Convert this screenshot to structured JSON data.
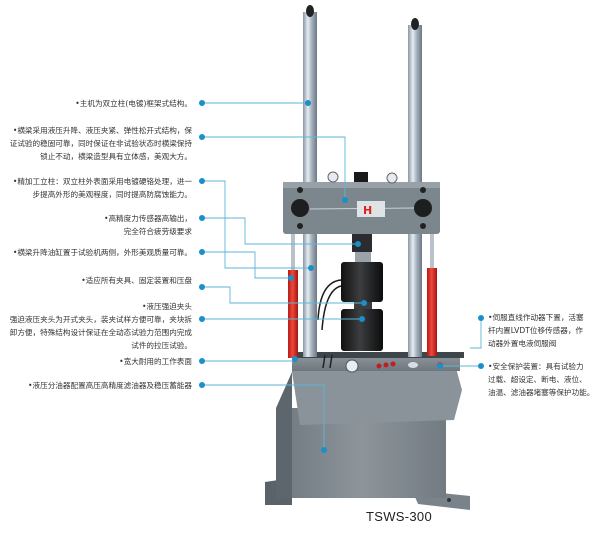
{
  "diagram": {
    "model_label": "TSWS-300",
    "accent_color": "#1a8fc8",
    "annotations_left": [
      {
        "id": "frame",
        "text": [
          "•主机为双立柱(电镀)框架式结构。"
        ]
      },
      {
        "id": "crosshead",
        "text": [
          "•横梁采用液压升降、液压夹紧、弹性松开式结构，保",
          "证试验的稳固可靠，同时保证在非试验状态时横梁保持",
          "锁止不动，横梁造型具有立体感，美观大方。"
        ]
      },
      {
        "id": "columns",
        "text": [
          "•精加工立柱：双立柱外表面采用电镀硬铬处理，进一",
          "步提高外形的美观程度，同时提高防腐蚀能力。"
        ]
      },
      {
        "id": "load-cell",
        "text": [
          "•高精度力传感器高输出，",
          "完全符合疲劳级要求"
        ]
      },
      {
        "id": "lift-cylinder",
        "text": [
          "•横梁升降油缸置于试验机两侧，外形美观质量可靠。"
        ]
      },
      {
        "id": "fixtures",
        "text": [
          "•适应所有夹具、固定装置和压盘"
        ]
      },
      {
        "id": "grips",
        "text": [
          "•液压强迫夹头",
          "强迫液压夹头为开式夹头，装夹试样方便可靠，夹块拆",
          "卸方便，特殊结构设计保证在全动态试验力范围内完成",
          "试件的拉压试验。"
        ]
      },
      {
        "id": "work-surface",
        "text": [
          "•宽大耐用的工作表面"
        ]
      },
      {
        "id": "manifold",
        "text": [
          "•液压分油器配置高压高精度滤油器及稳压蓄能器"
        ]
      }
    ],
    "annotations_right": [
      {
        "id": "actuator",
        "text": [
          "•伺服直线作动器下置，活塞",
          "杆内置LVDT位移传感器，作",
          "动器外置电液伺服阀"
        ]
      },
      {
        "id": "safety",
        "text": [
          "•安全保护装置：具有试验力",
          "过载、超设定、断电、液位、",
          "油温、滤油器堵塞等保护功能。"
        ]
      }
    ],
    "nameplate": {
      "logo": "H"
    }
  }
}
